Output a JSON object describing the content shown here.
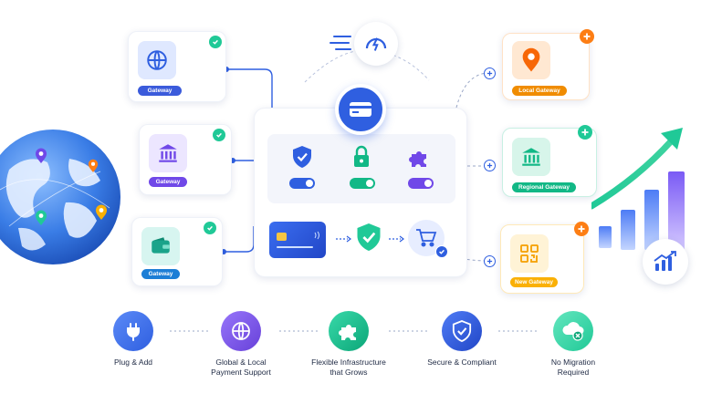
{
  "gateways_left": [
    {
      "label": "Gateway",
      "icon": "globe-icon",
      "pill_color": "#3b5bdb"
    },
    {
      "label": "Gateway",
      "icon": "bank-icon",
      "pill_color": "#7048e8"
    },
    {
      "label": "Gateway",
      "icon": "wallet-icon",
      "pill_color": "#1c7ed6"
    }
  ],
  "gateways_right": [
    {
      "label": "Local Gateway",
      "icon": "location-pin-icon",
      "pill_color": "#f08c00"
    },
    {
      "label": "Regional Gateway",
      "icon": "bank-icon",
      "pill_color": "#12b886"
    },
    {
      "label": "New Gateway",
      "icon": "qr-code-icon",
      "pill_color": "#fab005"
    }
  ],
  "features": [
    {
      "label": "Plug & Add",
      "icon": "plug-icon",
      "color": "#2f6fe0"
    },
    {
      "label": "Global & Local\nPayment Support",
      "icon": "globe-icon",
      "color": "#7048e8"
    },
    {
      "label": "Flexible Infrastructure\nthat Grows",
      "icon": "puzzle-icon",
      "color": "#12b886"
    },
    {
      "label": "Secure & Compliant",
      "icon": "shield-check-icon",
      "color": "#2f5fe0"
    },
    {
      "label": "No Migration\nRequired",
      "icon": "no-database-icon",
      "color": "#12b886"
    }
  ],
  "colors": {
    "primary": "#2f5fe0",
    "success": "#20c997",
    "warning": "#fd7e14",
    "purple": "#7048e8"
  }
}
